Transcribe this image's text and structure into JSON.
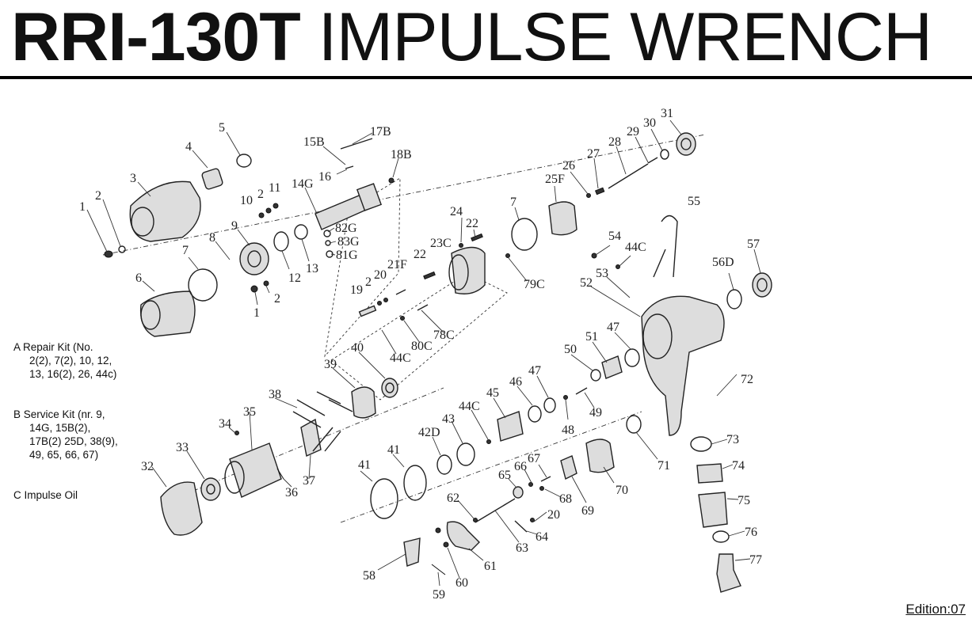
{
  "header": {
    "model": "RRI-130T",
    "name": "IMPULSE WRENCH"
  },
  "kits": [
    {
      "line1": "A Repair Kit (No.",
      "line2": "2(2), 7(2), 10, 12,",
      "line3": "13, 16(2), 26, 44c)"
    },
    {
      "line1": "B Service Kit (nr. 9,",
      "line2": "14G, 15B(2),",
      "line3": "17B(2) 25D, 38(9),",
      "line4": "49, 65, 66, 67)"
    },
    {
      "line1": "C Impulse Oil"
    }
  ],
  "footer": {
    "edition": "Edition:07"
  },
  "labels": {
    "p1a": "1",
    "p2a": "2",
    "p3": "3",
    "p4": "4",
    "p5": "5",
    "p6": "6",
    "p7a": "7",
    "p8": "8",
    "p9": "9",
    "p10": "10",
    "p2b": "2",
    "p11": "11",
    "p12": "12",
    "p13": "13",
    "p2c": "2",
    "p1b": "1",
    "p14G": "14G",
    "p15B": "15B",
    "p16": "16",
    "p17B": "17B",
    "p18B": "18B",
    "p82G": "82G",
    "p83G": "83G",
    "p81G": "81G",
    "p19": "19",
    "p2d": "2",
    "p20a": "20",
    "p21F": "21F",
    "p22a": "22",
    "p23C": "23C",
    "p22b": "22",
    "p24": "24",
    "p7b": "7",
    "p25F": "25F",
    "p26": "26",
    "p27": "27",
    "p28": "28",
    "p29": "29",
    "p30": "30",
    "p31": "31",
    "p79C": "79C",
    "p78C": "78C",
    "p80C": "80C",
    "p44Ca": "44C",
    "p55": "55",
    "p54": "54",
    "p44Cb": "44C",
    "p53": "53",
    "p52": "52",
    "p56D": "56D",
    "p57": "57",
    "p47a": "47",
    "p51": "51",
    "p50": "50",
    "p49": "49",
    "p47b": "47",
    "p46": "46",
    "p48": "48",
    "p45": "45",
    "p44Cc": "44C",
    "p43": "43",
    "p42D": "42D",
    "p41a": "41",
    "p41b": "41",
    "p40": "40",
    "p39": "39",
    "p38": "38",
    "p37": "37",
    "p36": "36",
    "p35": "35",
    "p34": "34",
    "p33": "33",
    "p32": "32",
    "p72": "72",
    "p71": "71",
    "p73": "73",
    "p74": "74",
    "p75": "75",
    "p76": "76",
    "p77": "77",
    "p70": "70",
    "p69": "69",
    "p68": "68",
    "p67": "67",
    "p66": "66",
    "p65": "65",
    "p20b": "20",
    "p64": "64",
    "p63": "63",
    "p62": "62",
    "p61": "61",
    "p60": "60",
    "p59": "59",
    "p58": "58"
  }
}
